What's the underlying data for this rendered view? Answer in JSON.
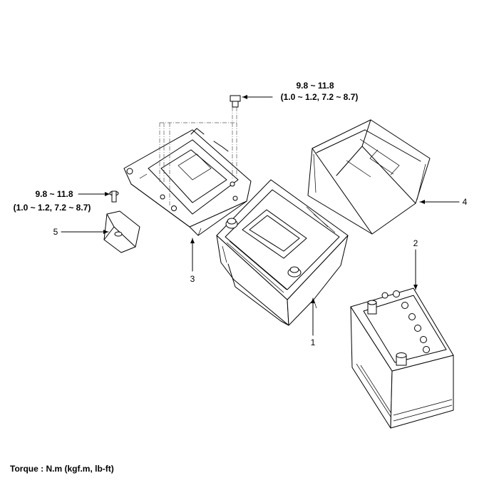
{
  "torque_specs": {
    "top": {
      "line1": "9.8 ~ 11.8",
      "line2": "(1.0 ~ 1.2, 7.2 ~ 8.7)"
    },
    "left": {
      "line1": "9.8 ~ 11.8",
      "line2": "(1.0 ~ 1.2, 7.2 ~ 8.7)"
    }
  },
  "callouts": {
    "battery": "1",
    "battery_assembly": "2",
    "battery_tray": "3",
    "battery_cover": "4",
    "bracket": "5"
  },
  "footer": {
    "torque_unit": "Torque : N.m (kgf.m, lb-ft)"
  }
}
